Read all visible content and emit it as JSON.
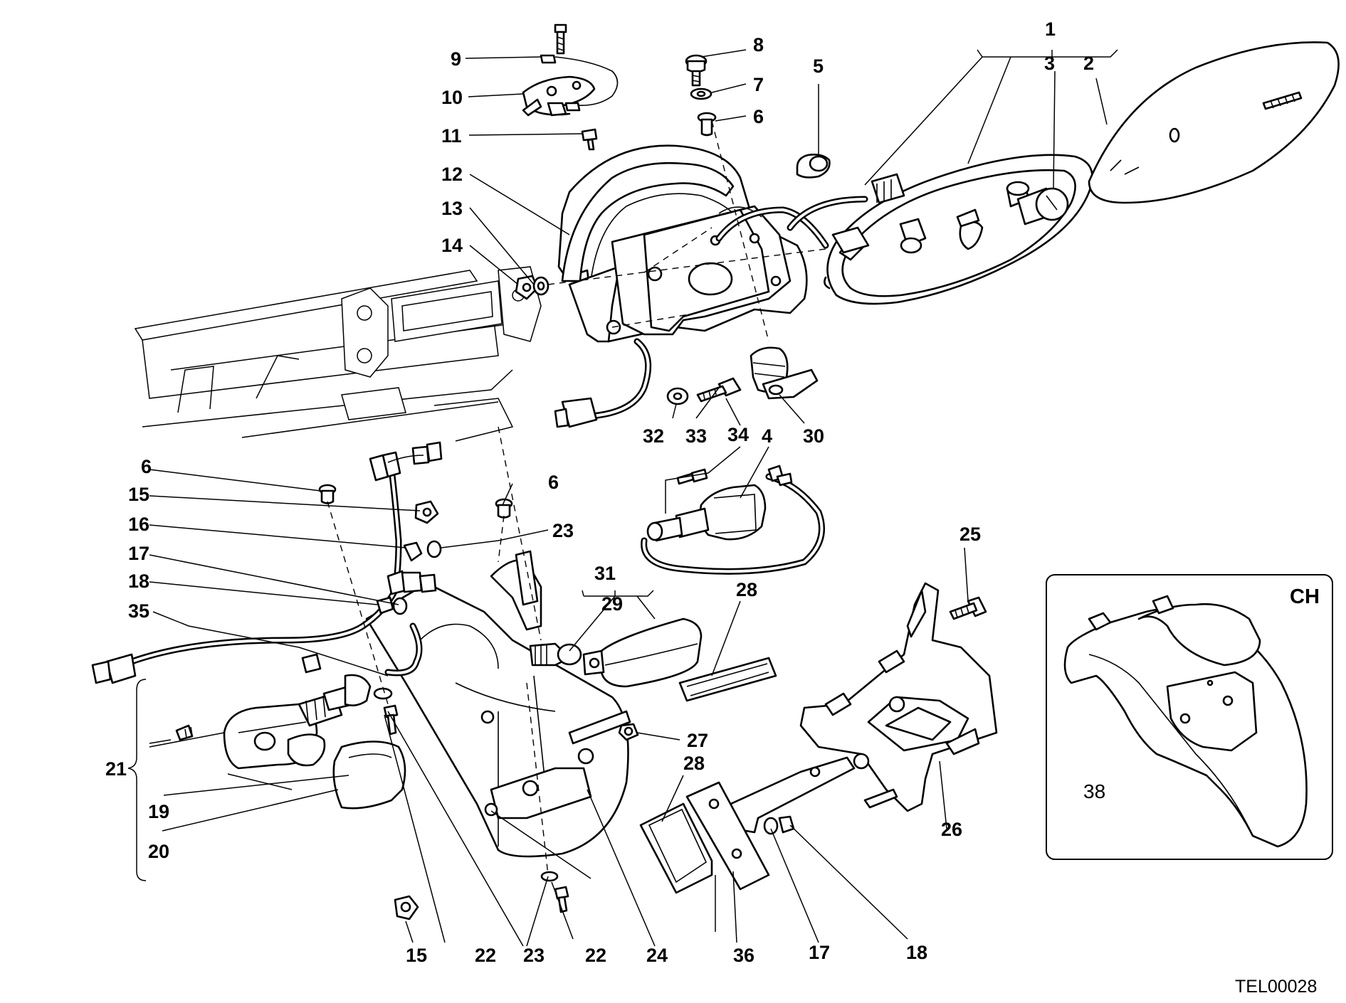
{
  "drawing_code": "TEL00028",
  "inset": {
    "label": "CH",
    "part_callout": "38"
  },
  "callouts": [
    {
      "id": "c1",
      "text": "1"
    },
    {
      "id": "c2",
      "text": "2"
    },
    {
      "id": "c3",
      "text": "3"
    },
    {
      "id": "c4",
      "text": "4"
    },
    {
      "id": "c5",
      "text": "5"
    },
    {
      "id": "c6a",
      "text": "6"
    },
    {
      "id": "c6b",
      "text": "6"
    },
    {
      "id": "c6c",
      "text": "6"
    },
    {
      "id": "c7",
      "text": "7"
    },
    {
      "id": "c8",
      "text": "8"
    },
    {
      "id": "c9",
      "text": "9"
    },
    {
      "id": "c10",
      "text": "10"
    },
    {
      "id": "c11",
      "text": "11"
    },
    {
      "id": "c12",
      "text": "12"
    },
    {
      "id": "c13",
      "text": "13"
    },
    {
      "id": "c14",
      "text": "14"
    },
    {
      "id": "c15a",
      "text": "15"
    },
    {
      "id": "c15b",
      "text": "15"
    },
    {
      "id": "c16",
      "text": "16"
    },
    {
      "id": "c17a",
      "text": "17"
    },
    {
      "id": "c17b",
      "text": "17"
    },
    {
      "id": "c18a",
      "text": "18"
    },
    {
      "id": "c18b",
      "text": "18"
    },
    {
      "id": "c19",
      "text": "19"
    },
    {
      "id": "c20",
      "text": "20"
    },
    {
      "id": "c21",
      "text": "21"
    },
    {
      "id": "c22a",
      "text": "22"
    },
    {
      "id": "c22b",
      "text": "22"
    },
    {
      "id": "c23a",
      "text": "23"
    },
    {
      "id": "c23b",
      "text": "23"
    },
    {
      "id": "c24",
      "text": "24"
    },
    {
      "id": "c25",
      "text": "25"
    },
    {
      "id": "c26",
      "text": "26"
    },
    {
      "id": "c27",
      "text": "27"
    },
    {
      "id": "c28a",
      "text": "28"
    },
    {
      "id": "c28b",
      "text": "28"
    },
    {
      "id": "c29",
      "text": "29"
    },
    {
      "id": "c30",
      "text": "30"
    },
    {
      "id": "c31",
      "text": "31"
    },
    {
      "id": "c32",
      "text": "32"
    },
    {
      "id": "c33",
      "text": "33"
    },
    {
      "id": "c34",
      "text": "34"
    },
    {
      "id": "c35",
      "text": "35"
    },
    {
      "id": "c36",
      "text": "36"
    }
  ]
}
